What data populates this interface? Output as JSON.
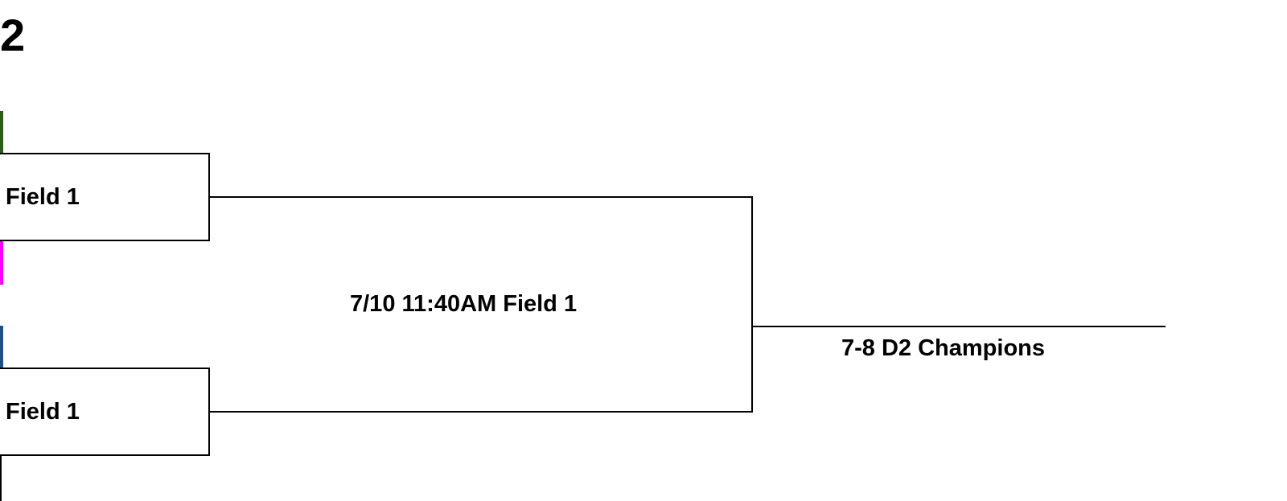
{
  "bracket": {
    "title": "2",
    "matches": [
      {
        "label": "Field 1"
      },
      {
        "label": "Field 1"
      }
    ],
    "final": {
      "label": "7/10 11:40AM Field 1"
    },
    "champion": {
      "label": "7-8 D2 Champions"
    },
    "team_colors": [
      "#2e5a1c",
      "#ff00ff",
      "#1f4e8c",
      "#000000"
    ]
  }
}
